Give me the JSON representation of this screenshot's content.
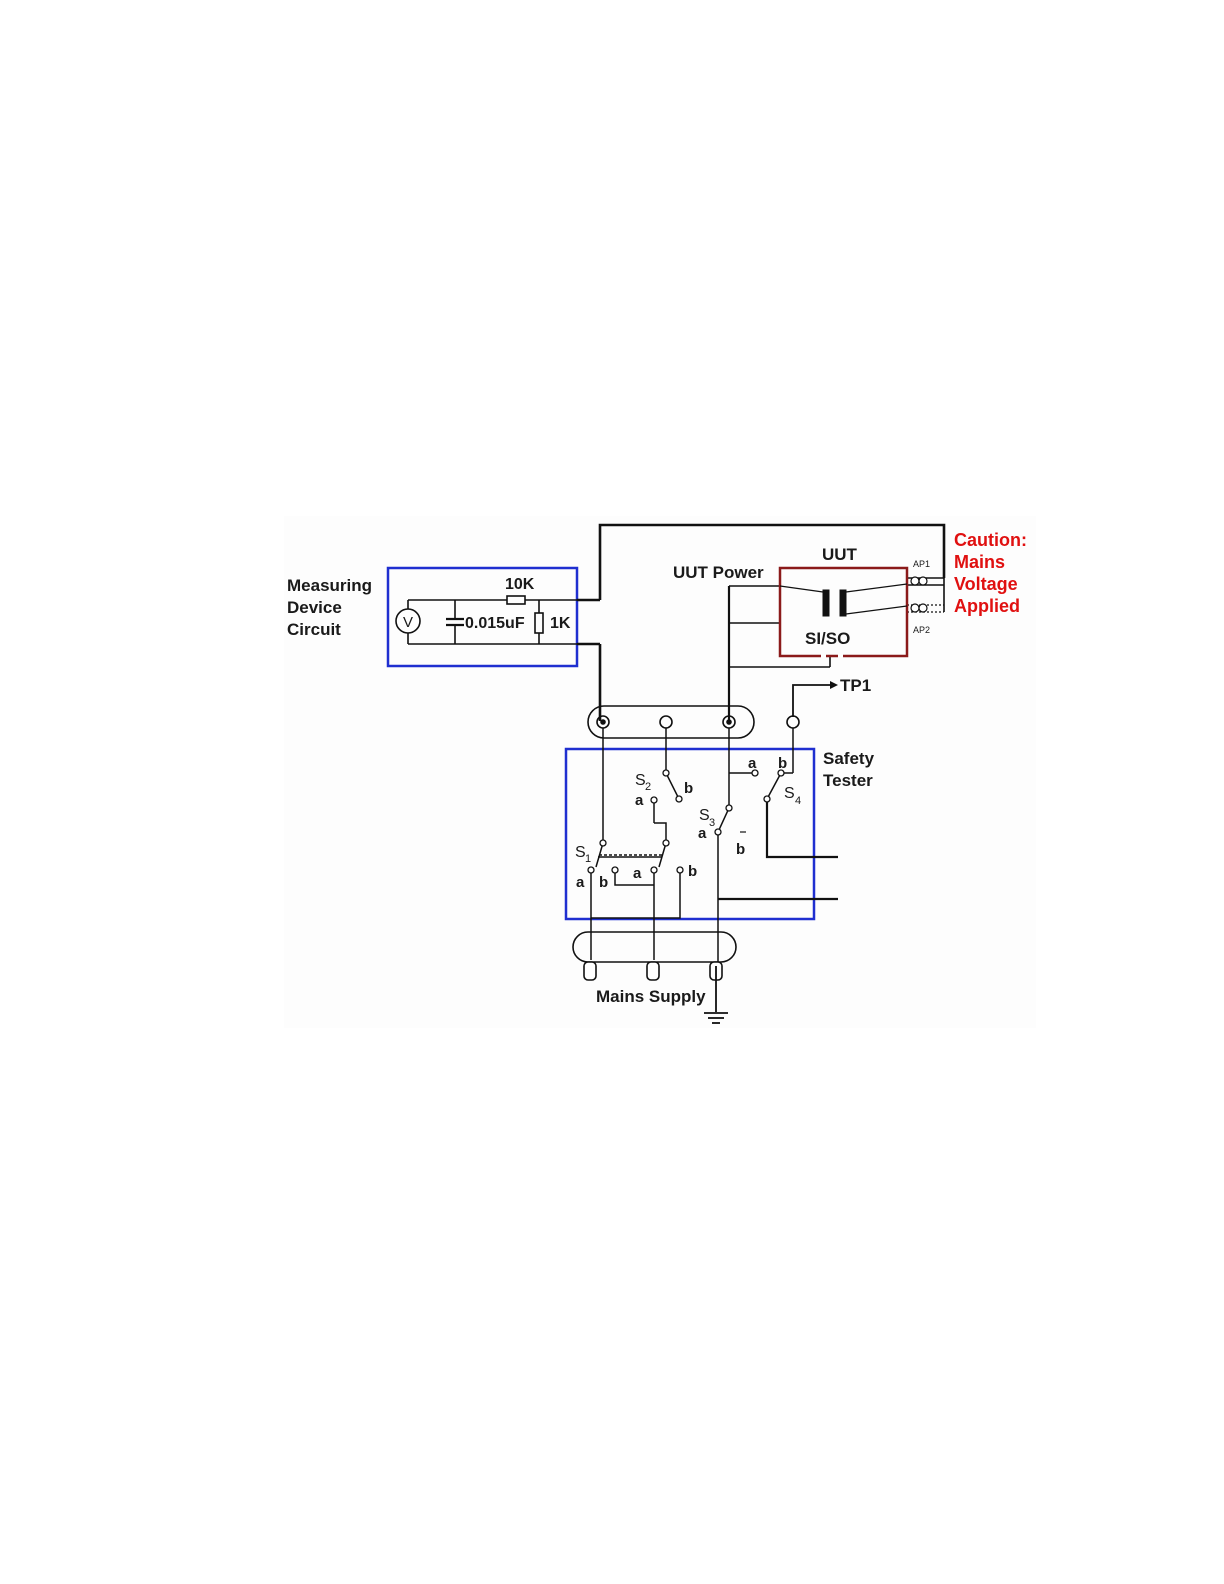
{
  "labels": {
    "measuring_line1": "Measuring",
    "measuring_line2": "Device",
    "measuring_line3": "Circuit",
    "voltmeter": "V",
    "resistor_series": "10K",
    "capacitor": "0.015uF",
    "resistor_shunt": "1K",
    "uut": "UUT",
    "uut_power": "UUT Power",
    "si_so": "SI/SO",
    "ap1": "AP1",
    "ap2": "AP2",
    "tp1": "TP1",
    "safety_line1": "Safety",
    "safety_line2": "Tester",
    "mains_supply": "Mains Supply",
    "caution_line1": "Caution:",
    "caution_line2": "Mains",
    "caution_line3": "Voltage",
    "caution_line4": "Applied",
    "s1": "S",
    "s1_sub": "1",
    "s2": "S",
    "s2_sub": "2",
    "s3": "S",
    "s3_sub": "3",
    "s4": "S",
    "s4_sub": "4",
    "pos_a": "a",
    "pos_b": "b"
  },
  "colors": {
    "measuring_box": "#1f2fd0",
    "safety_box": "#1f2fd0",
    "uut_box": "#8b1a1a",
    "caution_text": "#e01010",
    "wire": "#111111"
  }
}
